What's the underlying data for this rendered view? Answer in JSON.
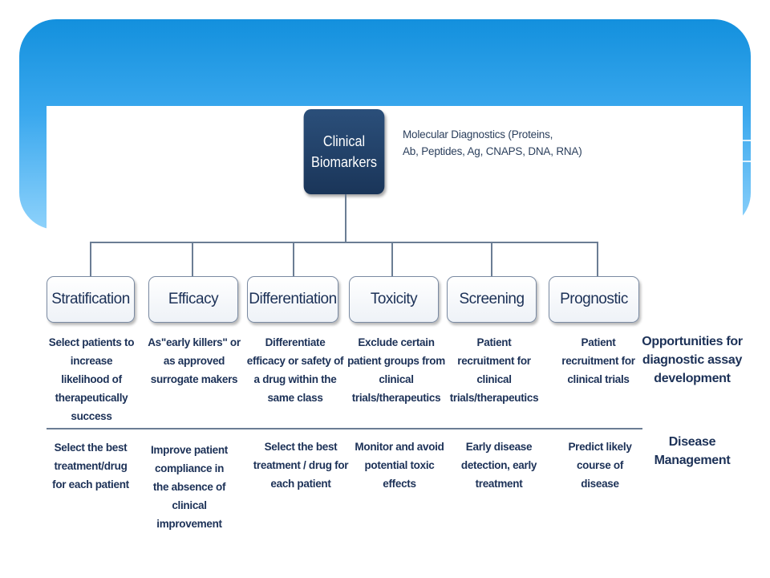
{
  "root": {
    "label": "Clinical\nBiomarkers",
    "note": "Molecular Diagnostics (Proteins,\nAb, Peptides,  Ag, CNAPS, DNA, RNA)"
  },
  "categories": [
    {
      "label": "Stratification",
      "opportunity": "Select patients to\nincrease\nlikelihood of\ntherapeutically\nsuccess",
      "management": "Select the best\ntreatment/drug\nfor each patient"
    },
    {
      "label": "Efficacy",
      "opportunity": "As\"early killers\" or\nas approved\nsurrogate makers",
      "management": "Improve patient\ncompliance in\nthe absence of\nclinical\nimprovement"
    },
    {
      "label": "Differentiation",
      "opportunity": "Differentiate\nefficacy or safety of\na drug within the\nsame class",
      "management": "Select the best\ntreatment / drug for\neach patient"
    },
    {
      "label": "Toxicity",
      "opportunity": "Exclude certain\npatient groups from\nclinical\ntrials/therapeutics",
      "management": "Monitor and avoid\npotential toxic\neffects"
    },
    {
      "label": "Screening",
      "opportunity": "Patient\nrecruitment for\nclinical\ntrials/therapeutics",
      "management": "Early disease\ndetection, early\ntreatment"
    },
    {
      "label": "Prognostic",
      "opportunity": "Patient\nrecruitment for\nclinical trials",
      "management": "Predict likely\ncourse of\ndisease"
    }
  ],
  "row_labels": {
    "opportunities": "Opportunities for\ndiagnostic assay\ndevelopment",
    "management": "Disease\nManagement"
  },
  "colors": {
    "header_gradient_top": "#1390dd",
    "header_gradient_bottom": "#8ed2fb",
    "root_box": "#1f3d66",
    "text": "#1c3157",
    "connector": "#6b7d94"
  }
}
